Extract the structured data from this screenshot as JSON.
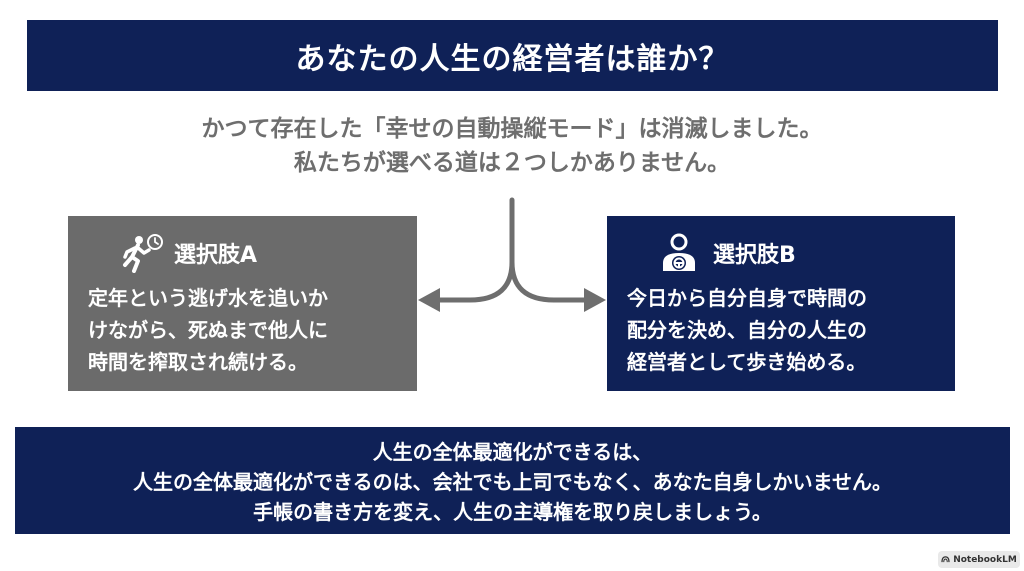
{
  "title": "あなたの人生の経営者は誰か？",
  "intro": {
    "line1": "かつて存在した「幸せの自動操縦モード」は消滅しました。",
    "line2": "私たちが選べる道は２つしかありません。"
  },
  "choices": [
    {
      "title": "選択肢A",
      "icon": "runner-clock-icon",
      "lines": [
        "定年という逃げ水を追いか",
        "けながら、死ぬまで他人に",
        "時間を搾取され続ける。"
      ]
    },
    {
      "title": "選択肢B",
      "icon": "driver-steering-wheel-icon",
      "lines": [
        "今日から自分自身で時間の",
        "配分を決め、自分の人生の",
        "経営者として歩き始める。"
      ]
    }
  ],
  "conclusion": {
    "line1": "人生の全体最適化ができるは、",
    "line2": "人生の全体最適化ができるのは、会社でも上司でもなく、あなた自身しかいません。",
    "line3": "手帳の書き方を変え、人生の主導権を取り戻しましょう。"
  },
  "badge": "NotebookLM",
  "colors": {
    "navy": "#0f2157",
    "gray_card": "#6b6b6b",
    "intro_text": "#6e6e6e",
    "arrow": "#6e6e6e"
  }
}
